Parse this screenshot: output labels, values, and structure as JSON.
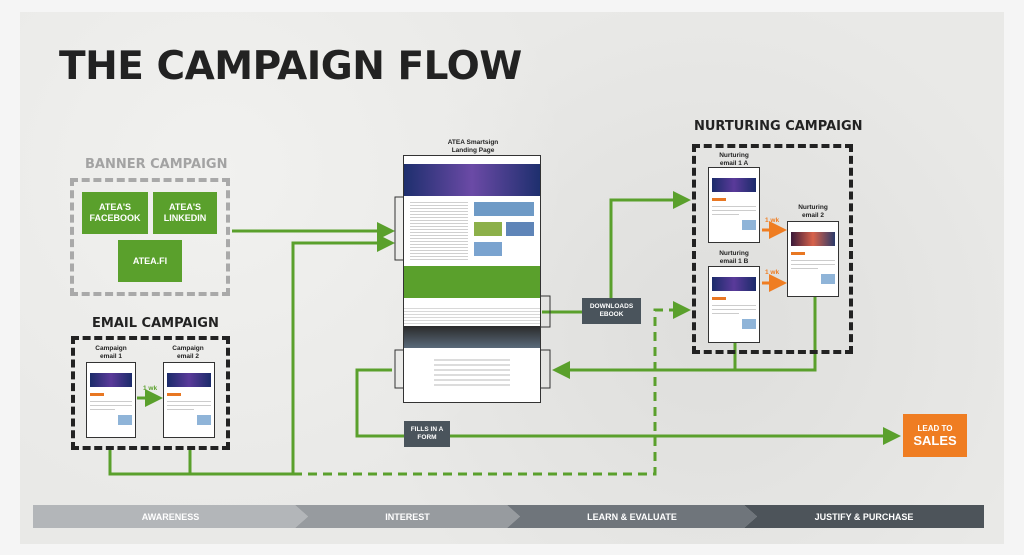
{
  "title": "THE CAMPAIGN FLOW",
  "banner_campaign": {
    "label": "BANNER CAMPAIGN",
    "tiles": [
      "ATEA'S\nFACEBOOK",
      "ATEA'S\nLINKEDIN",
      "ATEA.FI"
    ]
  },
  "email_campaign": {
    "label": "EMAIL CAMPAIGN",
    "email1": "Campaign\nemail 1",
    "email2": "Campaign\nemail 2",
    "delay": "1 wk"
  },
  "landing_page": {
    "label": "ATEA Smartsign\nLanding Page"
  },
  "nurturing_campaign": {
    "label": "NURTURING CAMPAIGN",
    "email1a": "Nurturing\nemail 1 A",
    "email1b": "Nurturing\nemail 1 B",
    "email2": "Nurturing\nemail 2",
    "delay_a": "1 wk",
    "delay_b": "1 wk"
  },
  "actions": {
    "downloads": "DOWNLOADS\nEBOOK",
    "fills": "FILLS IN A\nFORM"
  },
  "lead": {
    "line1": "LEAD TO",
    "line2": "SALES"
  },
  "stages": [
    "AWARENESS",
    "INTEREST",
    "LEARN & EVALUATE",
    "JUSTIFY & PURCHASE"
  ],
  "colors": {
    "green": "#5aa02c",
    "orange": "#ef7d22",
    "dark": "#222222",
    "grey_dash": "#a9a9a9",
    "tag": "#4a545c",
    "stage_colors": [
      "#b3b6b9",
      "#979b9f",
      "#6f757b",
      "#4d545a"
    ]
  }
}
